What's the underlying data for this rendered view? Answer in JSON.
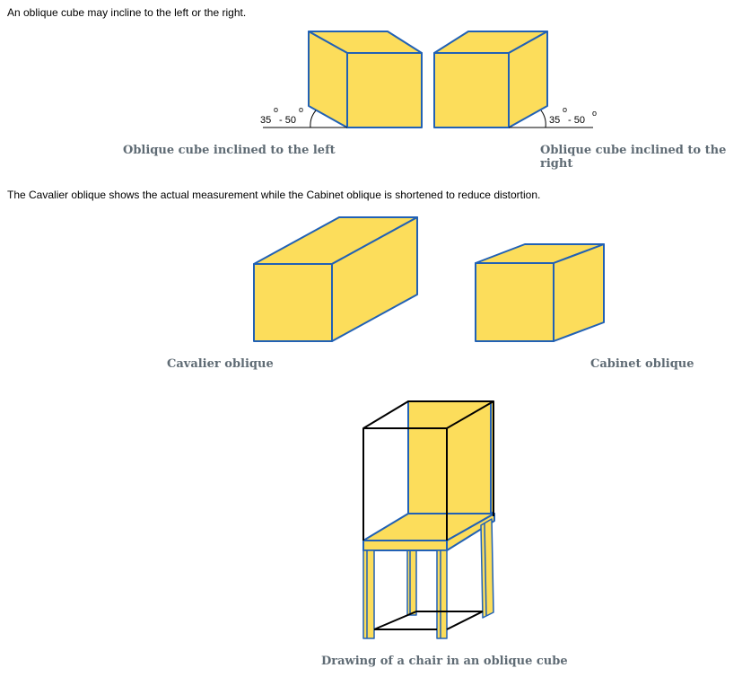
{
  "text": {
    "intro": "An oblique cube may incline to the left or the right.",
    "cavalier_intro": "The Cavalier oblique shows the actual measurement while the Cabinet oblique is shortened to reduce distortion."
  },
  "captions": {
    "left": "Oblique cube inclined to the left",
    "right": "Oblique cube inclined to the right",
    "cavalier": "Cavalier oblique",
    "cabinet": "Cabinet oblique",
    "chair": "Drawing of a chair in an oblique cube"
  },
  "angle": {
    "from": "35",
    "dash": " - 50",
    "degree": "o"
  },
  "colors": {
    "fill": "#FCDD5B",
    "stroke": "#2161B5",
    "caption": "#5F6B74"
  }
}
